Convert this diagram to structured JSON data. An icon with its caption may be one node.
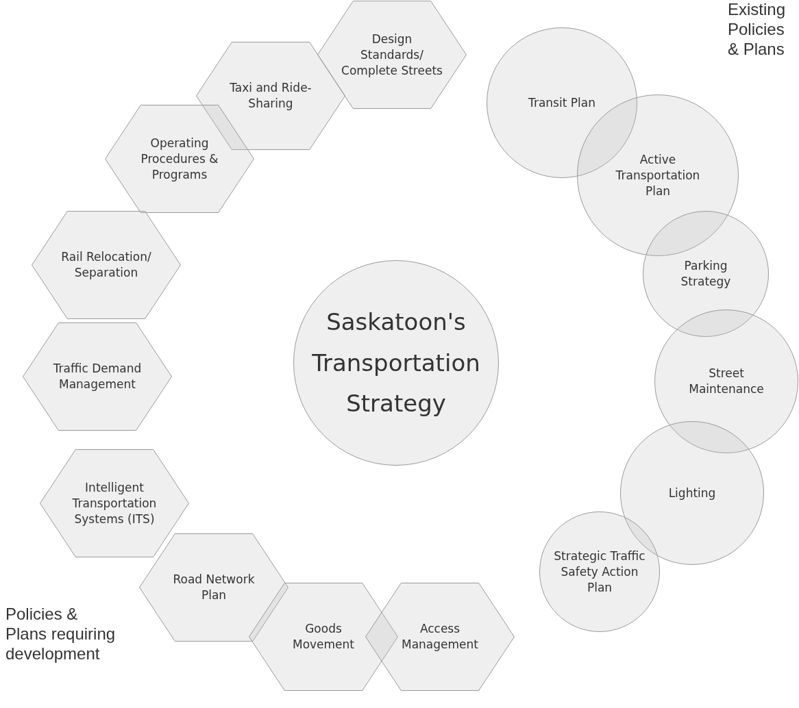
{
  "diagram": {
    "nodes": [
      {
        "text": [
          "Saskatoon's Transportation Strategy"
        ]
      },
      {
        "text": [
          "Design Standards/ Complete Streets"
        ]
      },
      {
        "text": [
          "Taxi and Ride-Sharing"
        ]
      },
      {
        "text": [
          "Operating Procedures & Programs"
        ]
      },
      {
        "text": [
          "Rail Relocation/ Separation"
        ]
      },
      {
        "text": [
          "Traffic Demand Management"
        ]
      },
      {
        "text": [
          "Intelligent Transportation Systems (ITS)"
        ]
      },
      {
        "text": [
          "Road Network Plan"
        ]
      },
      {
        "text": [
          "Goods Movement"
        ]
      },
      {
        "text": [
          "Access Management"
        ]
      },
      {
        "text": [
          "Transit Plan"
        ]
      },
      {
        "text": [
          "Active Transportation Plan"
        ]
      },
      {
        "text": [
          "Parking Strategy"
        ]
      },
      {
        "text": [
          "Street Maintenance"
        ]
      },
      {
        "text": [
          "Lighting"
        ]
      },
      {
        "text": [
          "Strategic Traffic Safety Action Plan"
        ]
      }
    ],
    "labels": [
      "Existing Policies & Plans",
      "Policies & Plans requiring development"
    ]
  }
}
